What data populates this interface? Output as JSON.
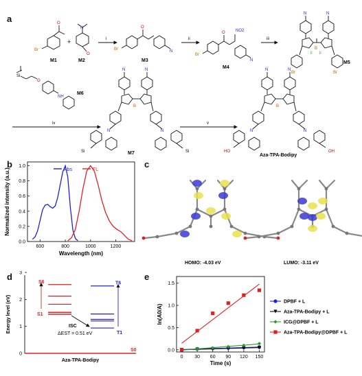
{
  "panels": {
    "a": "a",
    "b": "b",
    "c": "c",
    "d": "d",
    "e": "e"
  },
  "synthesis": {
    "compounds": {
      "m1": "M1",
      "m2": "M2",
      "m3": "M3",
      "m4": "M4",
      "m5": "M5",
      "m6": "M6",
      "m7": "M7",
      "product": "Aza-TPA-Bodipy"
    },
    "steps": [
      "i",
      "ii",
      "iii",
      "iv",
      "v"
    ],
    "atoms": {
      "br": "Br",
      "o": "O",
      "n": "N",
      "b": "B",
      "f": "F",
      "nh": "NH",
      "no2": "NO2",
      "si": "Si",
      "ho": "HO",
      "oh": "OH"
    }
  },
  "spectra": {
    "legend_abs": "Abs",
    "legend_fl": "FL",
    "colors": {
      "abs": "#1f1fd6",
      "fl": "#e02020"
    }
  },
  "orbitals": {
    "homo_label": "HOMO: -4.03 eV",
    "lumo_label": "LUMO: -3.11 eV"
  },
  "energy_diagram": {
    "ylabel": "Energy level (eV)",
    "yticks": [
      "0",
      "1",
      "2",
      "3"
    ],
    "xlabel": "Aza-TPA-Bodipy",
    "s_top": "S6",
    "s_low": "S1",
    "t_top": "T6",
    "t_low": "T1",
    "s0": "S0",
    "isc": "ISC",
    "gap": "ΔEST = 0.51 eV",
    "singlet_levels": [
      1.45,
      1.52,
      1.82,
      2.12,
      2.55
    ],
    "triplet_levels": [
      0.94,
      1.2,
      1.26,
      1.46,
      2.5
    ],
    "s0_level": 0,
    "colors": {
      "singlet": "#e02020",
      "triplet": "#1f1fd6"
    }
  },
  "chart_data": [
    {
      "type": "line",
      "panel": "b",
      "xlabel": "Wavelength (nm)",
      "ylabel": "Normalized intensity (a.u.)",
      "xlim": [
        500,
        1350
      ],
      "ylim": [
        0,
        1.05
      ],
      "xticks": [
        "600",
        "800",
        "1000",
        "1200"
      ],
      "yticks": [
        "0.0",
        "0.2",
        "0.4",
        "0.6",
        "0.8",
        "1.0"
      ],
      "series": [
        {
          "name": "Abs",
          "color": "#1f1fd6",
          "x": [
            540,
            560,
            580,
            600,
            620,
            640,
            660,
            680,
            700,
            720,
            740,
            760,
            780,
            800,
            820,
            840,
            860,
            880,
            900
          ],
          "y": [
            0.03,
            0.06,
            0.14,
            0.28,
            0.42,
            0.48,
            0.49,
            0.46,
            0.44,
            0.47,
            0.58,
            0.75,
            0.92,
            1.0,
            0.85,
            0.45,
            0.15,
            0.04,
            0.01
          ]
        },
        {
          "name": "FL",
          "color": "#e02020",
          "x": [
            820,
            850,
            880,
            910,
            940,
            970,
            1000,
            1030,
            1060,
            1090,
            1120,
            1150,
            1180,
            1210,
            1240,
            1270,
            1300,
            1330
          ],
          "y": [
            0.01,
            0.05,
            0.16,
            0.4,
            0.7,
            0.93,
            1.0,
            0.93,
            0.75,
            0.54,
            0.38,
            0.27,
            0.2,
            0.16,
            0.13,
            0.08,
            0.03,
            0.01
          ]
        }
      ]
    },
    {
      "type": "scatter",
      "panel": "e",
      "xlabel": "Time (s)",
      "ylabel": "ln(A0/A)",
      "xlim": [
        -10,
        160
      ],
      "ylim": [
        -0.05,
        1.65
      ],
      "xticks": [
        "0",
        "30",
        "60",
        "90",
        "120",
        "150"
      ],
      "yticks": [
        "0.0",
        "0.5",
        "1.0",
        "1.5"
      ],
      "x": [
        0,
        30,
        60,
        90,
        120,
        150
      ],
      "series": [
        {
          "name": "DPBF + L",
          "color": "#1f1fd6",
          "marker": "circle",
          "values": [
            0.0,
            0.02,
            0.03,
            0.04,
            0.05,
            0.06
          ]
        },
        {
          "name": "Aza-TPA-Bodipy + L",
          "color": "#111111",
          "marker": "triangle",
          "values": [
            0.0,
            0.01,
            0.02,
            0.03,
            0.04,
            0.05
          ]
        },
        {
          "name": "ICG@DPBF + L",
          "color": "#2a9a2a",
          "marker": "diamond",
          "values": [
            0.0,
            0.02,
            0.04,
            0.07,
            0.1,
            0.14
          ]
        },
        {
          "name": "Aza-TPA-Bodipy@DPBF + L",
          "color": "#e02020",
          "marker": "square",
          "values": [
            0.0,
            0.43,
            0.82,
            1.05,
            1.23,
            1.34
          ]
        }
      ]
    }
  ]
}
